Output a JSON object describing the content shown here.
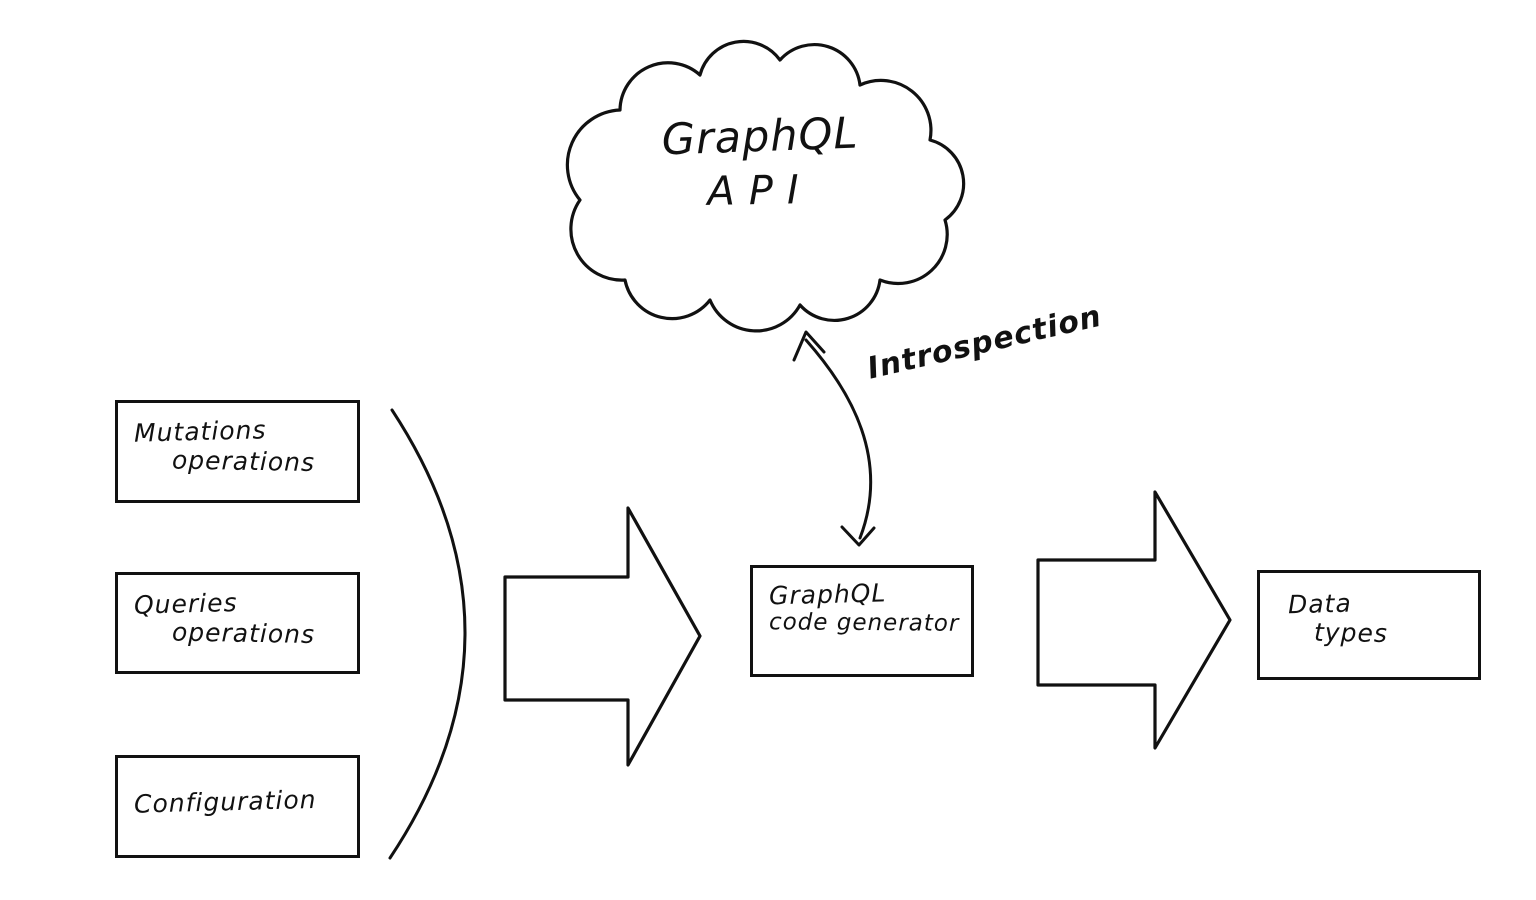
{
  "diagram": {
    "title_hint": "GraphQL code generation flow (hand-drawn diagram)",
    "cloud": {
      "line1": "GraphQL",
      "line2": "API"
    },
    "introspection_label": "Introspection",
    "inputs": [
      {
        "line1": "Mutations",
        "line2": "operations"
      },
      {
        "line1": "Queries",
        "line2": "operations"
      },
      {
        "line1": "Configuration"
      }
    ],
    "generator": {
      "line1": "GraphQL",
      "line2": "code generator"
    },
    "output": {
      "line1": "Data",
      "line2": "types"
    },
    "colors": {
      "stroke": "#111111",
      "background": "#ffffff"
    }
  }
}
